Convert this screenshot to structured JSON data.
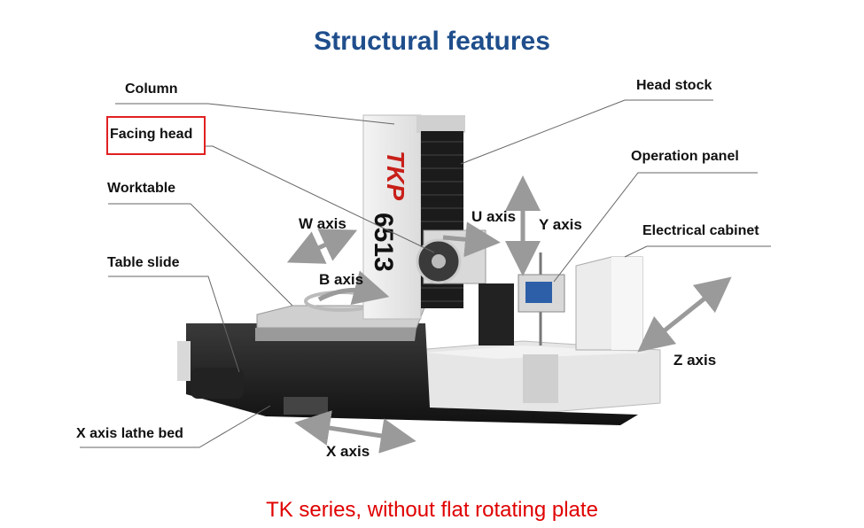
{
  "title": "Structural features",
  "caption": "TK series, without flat rotating plate",
  "machine_model": "TKP 6513",
  "labels": {
    "column": "Column",
    "facing_head": "Facing head",
    "worktable": "Worktable",
    "table_slide": "Table slide",
    "x_axis_lathe_bed": "X axis lathe bed",
    "head_stock": "Head stock",
    "operation_panel": "Operation panel",
    "electrical_cabinet": "Electrical cabinet"
  },
  "axes": {
    "w": "W axis",
    "u": "U axis",
    "y": "Y axis",
    "b": "B axis",
    "z": "Z axis",
    "x": "X axis"
  },
  "colors": {
    "title": "#1f4e8c",
    "caption": "#e00000",
    "highlight": "#e02020"
  }
}
